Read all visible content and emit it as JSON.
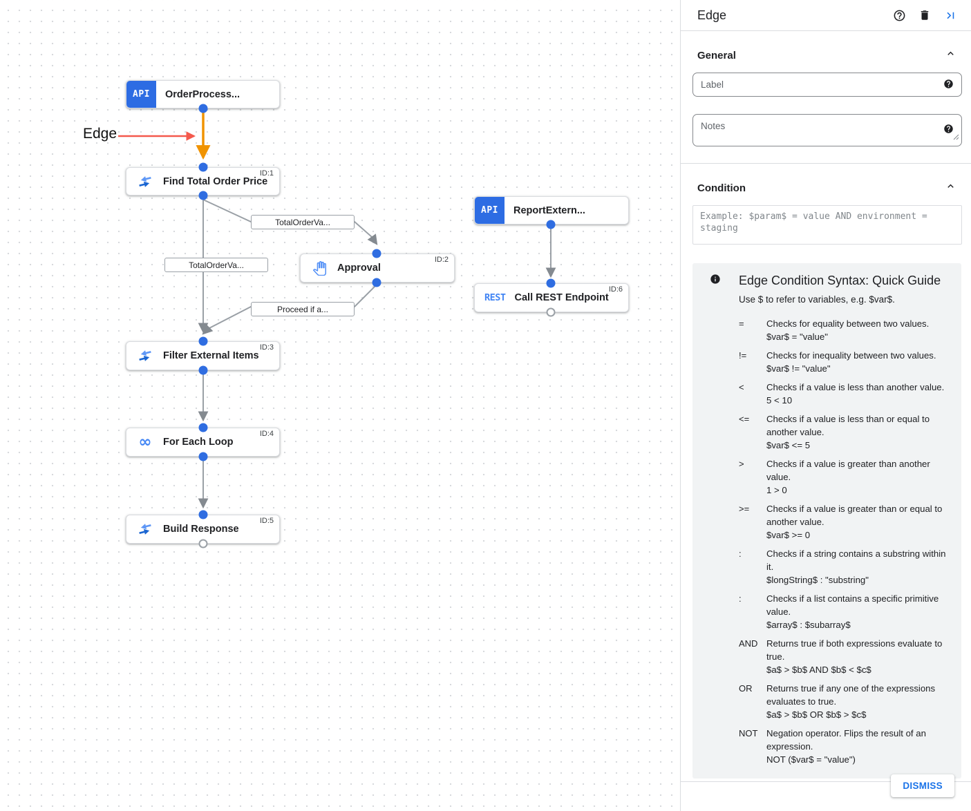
{
  "canvas": {
    "edge_callout": {
      "label": "Edge"
    },
    "icons": {
      "api_text": "API",
      "rest_text": "REST",
      "infinity": "∞"
    },
    "nodes": [
      {
        "title": "OrderProcess...",
        "id_label": "",
        "icon": "api"
      },
      {
        "title": "Find Total Order Price",
        "id_label": "ID:1",
        "icon": "data-mapping"
      },
      {
        "title": "Approval",
        "id_label": "ID:2",
        "icon": "approval-hand"
      },
      {
        "title": "ReportExtern...",
        "id_label": "",
        "icon": "api"
      },
      {
        "title": "Call REST Endpoint",
        "id_label": "ID:6",
        "icon": "rest"
      },
      {
        "title": "Filter External Items",
        "id_label": "ID:3",
        "icon": "data-mapping"
      },
      {
        "title": "For Each Loop",
        "id_label": "ID:4",
        "icon": "loop-infinity"
      },
      {
        "title": "Build Response",
        "id_label": "ID:5",
        "icon": "data-mapping"
      }
    ],
    "edge_labels": [
      "TotalOrderVa...",
      "TotalOrderVa...",
      "Proceed if a..."
    ]
  },
  "panel": {
    "title": "Edge",
    "sections": {
      "general": "General",
      "condition": "Condition"
    },
    "fields": {
      "label_placeholder": "Label",
      "notes_placeholder": "Notes",
      "condition_placeholder": "Example: $param$ = value AND environment = staging"
    },
    "guide": {
      "title": "Edge Condition Syntax: Quick Guide",
      "intro": "Use $ to refer to variables, e.g. $var$.",
      "rows": [
        {
          "op": "=",
          "desc": "Checks for equality between two values.",
          "example": "$var$ = \"value\""
        },
        {
          "op": "!=",
          "desc": "Checks for inequality between two values.",
          "example": "$var$ != \"value\""
        },
        {
          "op": "<",
          "desc": "Checks if a value is less than another value.",
          "example": "5 < 10"
        },
        {
          "op": "<=",
          "desc": "Checks if a value is less than or equal to another value.",
          "example": "$var$ <= 5"
        },
        {
          "op": ">",
          "desc": "Checks if a value is greater than another value.",
          "example": "1 > 0"
        },
        {
          "op": ">=",
          "desc": "Checks if a value is greater than or equal to another value.",
          "example": "$var$ >= 0"
        },
        {
          "op": ":",
          "desc": "Checks if a string contains a substring within it.",
          "example": "$longString$ : \"substring\""
        },
        {
          "op": ":",
          "desc": "Checks if a list contains a specific primitive value.",
          "example": "$array$ : $subarray$"
        },
        {
          "op": "AND",
          "desc": "Returns true if both expressions evaluate to true.",
          "example": "$a$ > $b$ AND $b$ < $c$"
        },
        {
          "op": "OR",
          "desc": "Returns true if any one of the expressions evaluates to true.",
          "example": "$a$ > $b$ OR $b$ > $c$"
        },
        {
          "op": "NOT",
          "desc": "Negation operator. Flips the result of an expression.",
          "example": "NOT ($var$ = \"value\")"
        }
      ]
    },
    "dismiss_label": "DISMISS",
    "colors": {
      "accent": "#1a73e8",
      "selected_edge": "#f09300",
      "connector": "#2f6de1",
      "callout": "#f4594c"
    }
  }
}
